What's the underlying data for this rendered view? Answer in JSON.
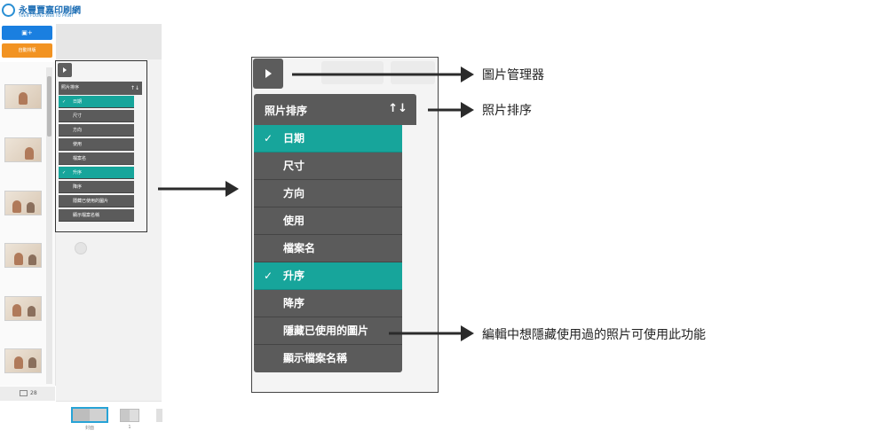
{
  "logo": {
    "main": "永豐賈嘉印刷網",
    "sub": "YUEN FOONG WEB TO PRINT"
  },
  "left_toolbar": {
    "add_photo_label": "▣+",
    "auto_fill_label": "自動排版"
  },
  "thumbnail_count": "28",
  "sort_menu": {
    "title": "照片排序",
    "sort_icon": "↑↓",
    "items": [
      {
        "label": "日期",
        "checked": true
      },
      {
        "label": "尺寸",
        "checked": false
      },
      {
        "label": "方向",
        "checked": false
      },
      {
        "label": "使用",
        "checked": false
      },
      {
        "label": "檔案名",
        "checked": false
      },
      {
        "label": "升序",
        "checked": true
      },
      {
        "label": "降序",
        "checked": false
      },
      {
        "label": "隱藏已使用的圖片",
        "checked": false
      },
      {
        "label": "顯示檔案名稱",
        "checked": false
      }
    ]
  },
  "pages": {
    "cover_label": "封面",
    "page1_label": "1"
  },
  "annotations": {
    "image_manager": "圖片管理器",
    "photo_sort": "照片排序",
    "hide_used_note": "編輯中想隱藏使用過的照片可使用此功能"
  },
  "colors": {
    "accent_teal": "#17a59b",
    "menu_gray": "#5b5b5b",
    "primary_blue": "#1a7fe0",
    "orange": "#f29322"
  }
}
